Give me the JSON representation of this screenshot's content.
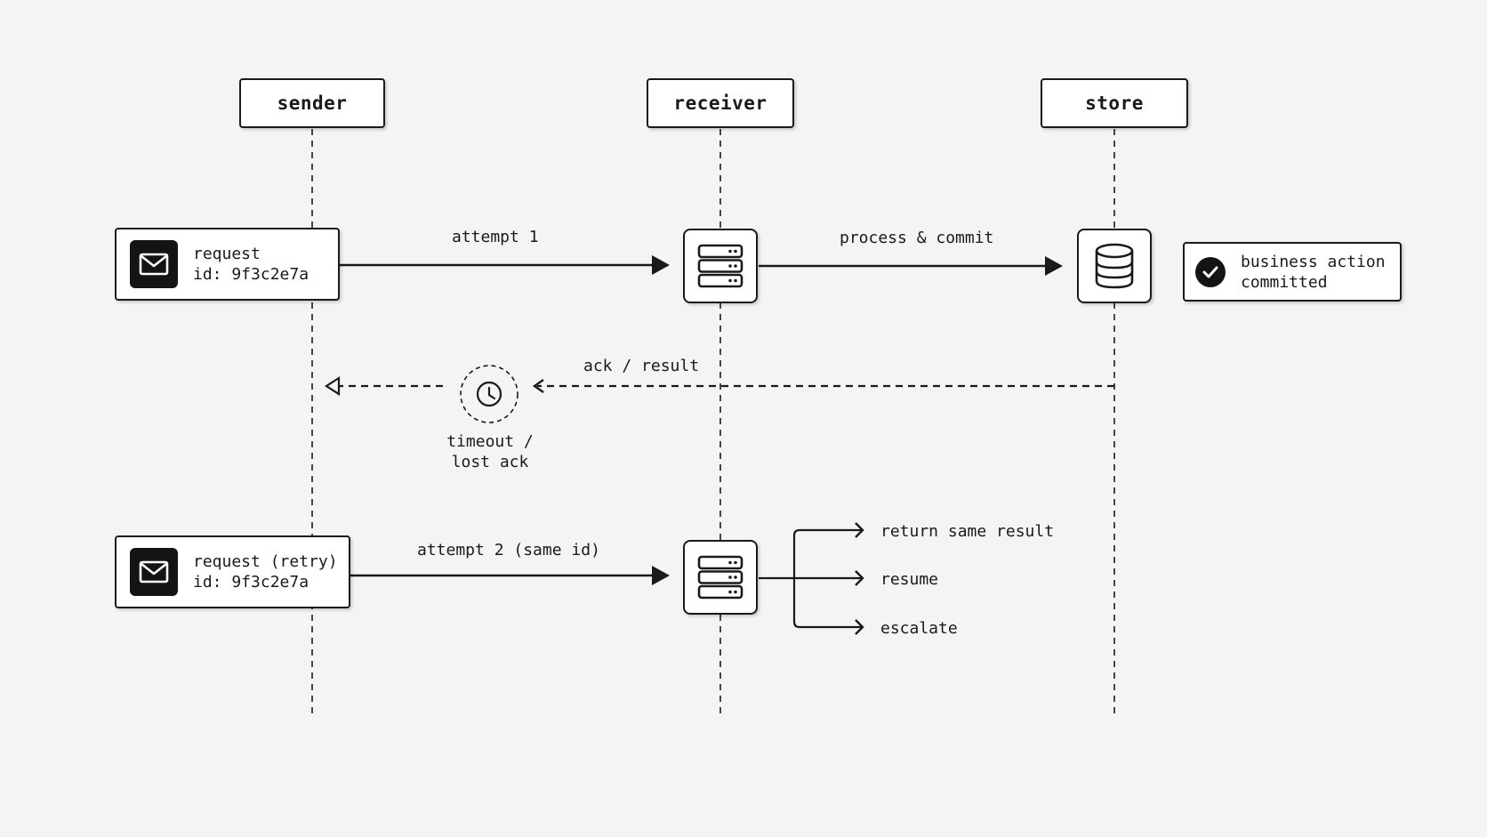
{
  "actors": {
    "sender": "sender",
    "receiver": "receiver",
    "store": "store"
  },
  "messages": {
    "first_request": {
      "line1": "request",
      "line2": "id: 9f3c2e7a"
    },
    "retry_request": {
      "line1": "request (retry)",
      "line2": "id: 9f3c2e7a"
    }
  },
  "arrows": {
    "attempt1": "attempt 1",
    "process_commit": "process & commit",
    "ack_result": "ack / result",
    "timeout_line1": "timeout /",
    "timeout_line2": "lost ack",
    "attempt2": "attempt 2 (same id)"
  },
  "note": {
    "line1": "business action",
    "line2": "committed"
  },
  "outcomes": [
    "return same result",
    "resume",
    "escalate"
  ],
  "icons": {
    "message": "envelope-icon",
    "receiver": "server-icon",
    "store": "database-icon",
    "timeout": "clock-icon",
    "committed": "check-circle-icon"
  },
  "colors": {
    "ink": "#1a1a1a",
    "background": "#f4f4f4",
    "box": "#ffffff"
  }
}
